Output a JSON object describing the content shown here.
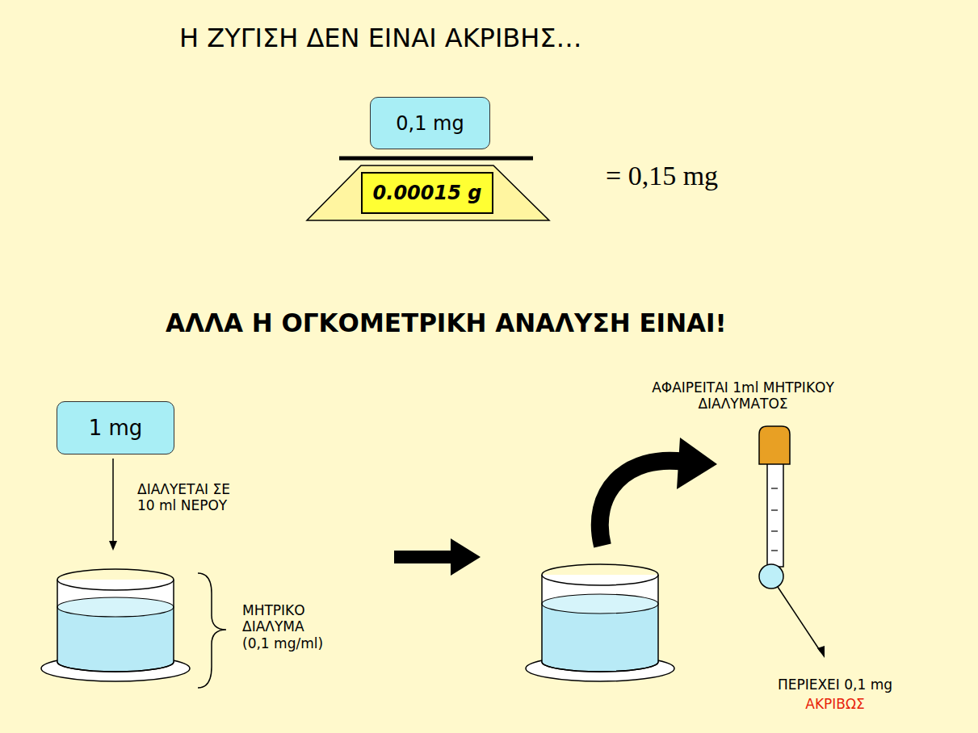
{
  "diagram": {
    "title": "Η ΖΥΓΙΣΗ ΔΕΝ ΕΙΝΑΙ ΑΚΡΙΒΗΣ…",
    "nodes": [
      {
        "text": [
          "0,1 mg"
        ]
      },
      {
        "text": [
          "0.00015 g"
        ]
      },
      {
        "text": [
          "1 mg"
        ]
      }
    ],
    "labels": [
      "= 0,15 mg",
      "ΑΛΛΑ Η ΟΓΚΟΜΕΤΡΙΚΗ ΑΝΑΛΥΣΗ ΕΙΝΑΙ!",
      "ΔΙΑΛΥΕΤΑΙ ΣΕ 10 ml ΝΕΡΟΥ",
      "ΜΗΤΡΙΚΟ ΔΙΑΛΥΜΑ (0,1 mg/ml)",
      "ΑΦΑΙΡΕΙΤΑΙ 1ml ΜΗΤΡΙΚΟΥ ΔΙΑΛΥΜΑΤΟΣ",
      "ΠΕΡΙΕΧΕΙ 0,1 mg",
      "ΑΚΡΙΒΩΣ"
    ]
  }
}
